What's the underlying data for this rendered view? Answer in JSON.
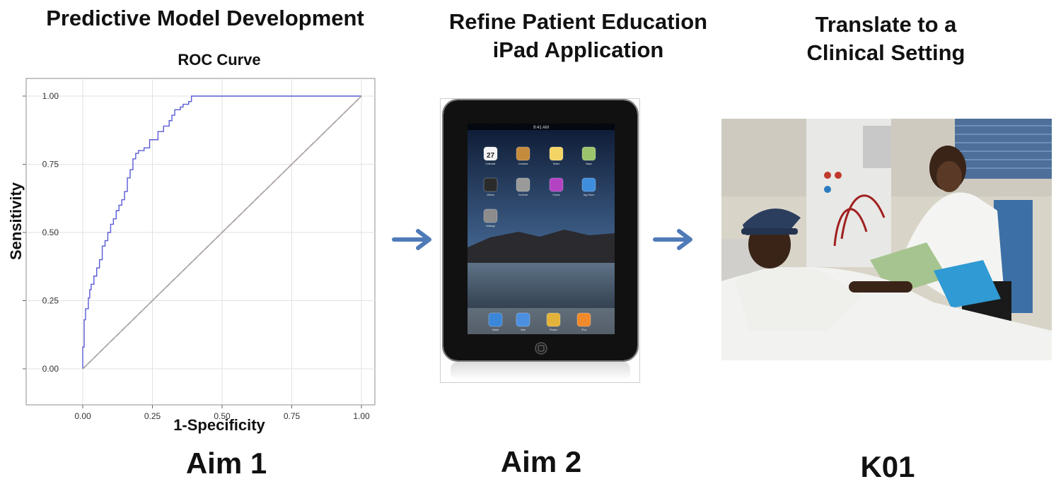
{
  "stages": [
    {
      "heading_lines": [
        "Predictive Model Development"
      ],
      "aim_label": "Aim 1"
    },
    {
      "heading_lines": [
        "Refine Patient Education",
        "iPad Application"
      ],
      "aim_label": "Aim 2"
    },
    {
      "heading_lines": [
        "Translate to a",
        "Clinical Setting"
      ],
      "aim_label": "K01"
    }
  ],
  "chart_data": {
    "type": "line",
    "title": "ROC Curve",
    "xlabel": "1-Specificity",
    "ylabel": "Sensitivity",
    "xlim": [
      0,
      1
    ],
    "ylim": [
      0,
      1
    ],
    "xticks": [
      "0.00",
      "0.25",
      "0.50",
      "0.75",
      "1.00"
    ],
    "yticks": [
      "0.00",
      "0.25",
      "0.50",
      "0.75",
      "1.00"
    ],
    "grid": true,
    "series": [
      {
        "style": "step",
        "color": "#5a5ad8",
        "x": [
          0.0,
          0.0,
          0.005,
          0.005,
          0.01,
          0.01,
          0.02,
          0.02,
          0.025,
          0.025,
          0.03,
          0.03,
          0.04,
          0.04,
          0.05,
          0.05,
          0.06,
          0.06,
          0.07,
          0.07,
          0.08,
          0.08,
          0.09,
          0.09,
          0.1,
          0.1,
          0.11,
          0.11,
          0.12,
          0.12,
          0.13,
          0.13,
          0.14,
          0.14,
          0.15,
          0.15,
          0.16,
          0.16,
          0.17,
          0.17,
          0.18,
          0.18,
          0.19,
          0.19,
          0.2,
          0.2,
          0.22,
          0.22,
          0.24,
          0.24,
          0.27,
          0.27,
          0.29,
          0.29,
          0.31,
          0.31,
          0.32,
          0.32,
          0.33,
          0.33,
          0.35,
          0.35,
          0.36,
          0.36,
          0.38,
          0.38,
          0.39,
          0.39,
          1.0
        ],
        "y": [
          0.0,
          0.08,
          0.08,
          0.18,
          0.18,
          0.22,
          0.22,
          0.26,
          0.26,
          0.29,
          0.29,
          0.31,
          0.31,
          0.34,
          0.34,
          0.37,
          0.37,
          0.4,
          0.4,
          0.45,
          0.45,
          0.47,
          0.47,
          0.5,
          0.5,
          0.53,
          0.53,
          0.55,
          0.55,
          0.58,
          0.58,
          0.6,
          0.6,
          0.62,
          0.62,
          0.65,
          0.65,
          0.7,
          0.7,
          0.73,
          0.73,
          0.77,
          0.77,
          0.79,
          0.79,
          0.8,
          0.8,
          0.81,
          0.81,
          0.84,
          0.84,
          0.87,
          0.87,
          0.89,
          0.89,
          0.91,
          0.91,
          0.93,
          0.93,
          0.95,
          0.95,
          0.96,
          0.96,
          0.97,
          0.97,
          0.98,
          0.98,
          1.0,
          1.0
        ]
      },
      {
        "style": "dashed",
        "color": "#c0504d",
        "x": [
          0,
          1
        ],
        "y": [
          0,
          1
        ]
      },
      {
        "style": "solid",
        "color": "#a8a8a8",
        "x": [
          0,
          1
        ],
        "y": [
          0,
          1
        ]
      }
    ]
  },
  "colors": {
    "arrow": "#4f7ab8",
    "roc_line": "#5a5ad8",
    "diagonal": "#c0504d"
  },
  "ipad": {
    "status_time": "9:41 AM",
    "calendar_date": "27",
    "apps": [
      {
        "icon": "calendar-icon",
        "label": "Calendar",
        "color": "#f4f4f4"
      },
      {
        "icon": "contacts-icon",
        "label": "Contacts",
        "color": "#c58b3c"
      },
      {
        "icon": "notes-icon",
        "label": "Notes",
        "color": "#f3d465"
      },
      {
        "icon": "maps-icon",
        "label": "Maps",
        "color": "#9cc46c"
      },
      {
        "icon": "videos-icon",
        "label": "Videos",
        "color": "#2b2b2b"
      },
      {
        "icon": "youtube-icon",
        "label": "YouTube",
        "color": "#9a9a9a"
      },
      {
        "icon": "itunes-icon",
        "label": "iTunes",
        "color": "#b443c4"
      },
      {
        "icon": "app-store-icon",
        "label": "App Store",
        "color": "#3f8ede"
      },
      {
        "icon": "settings-icon",
        "label": "Settings",
        "color": "#8c8c8c"
      }
    ],
    "dock": [
      {
        "icon": "safari-icon",
        "label": "Safari",
        "color": "#3a86d8"
      },
      {
        "icon": "mail-icon",
        "label": "Mail",
        "color": "#4a8fe0"
      },
      {
        "icon": "photos-icon",
        "label": "Photos",
        "color": "#e2b23a"
      },
      {
        "icon": "ipod-icon",
        "label": "iPod",
        "color": "#f08a2a"
      }
    ]
  }
}
